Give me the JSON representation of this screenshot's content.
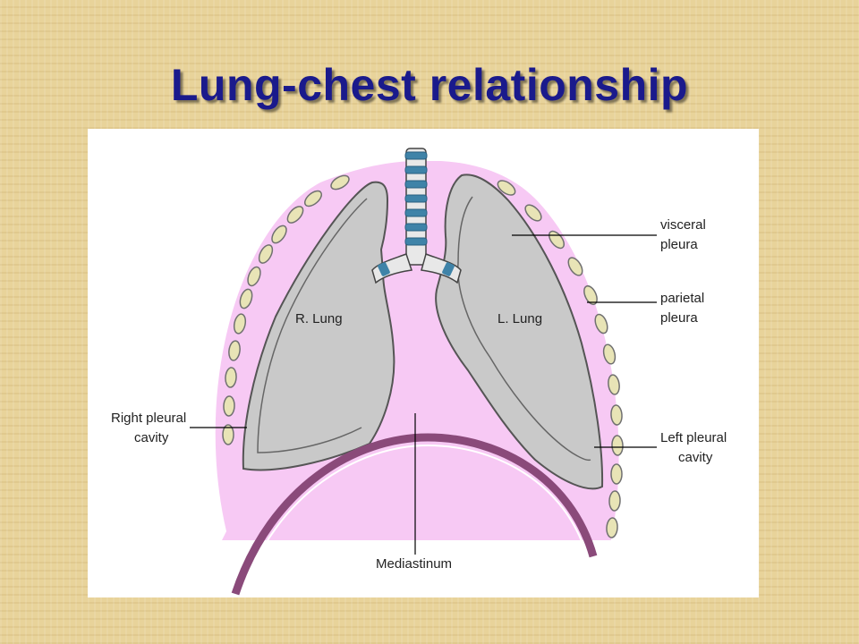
{
  "slide": {
    "title": "Lung-chest relationship"
  },
  "diagram": {
    "colors": {
      "pleural_space": "#f7c9f4",
      "lung": "#c9c9c9",
      "trachea": "#3f83a8",
      "rib": "#e8e4b6",
      "diaphragm": "#8a4a7a",
      "leader": "#000000"
    },
    "labels": {
      "right_lung": "R. Lung",
      "left_lung": "L. Lung",
      "visceral_pleura": [
        "visceral",
        "pleura"
      ],
      "parietal_pleura": [
        "parietal",
        "pleura"
      ],
      "right_pleural_cavity": [
        "Right pleural",
        "cavity"
      ],
      "left_pleural_cavity": [
        "Left pleural",
        "cavity"
      ],
      "mediastinum": "Mediastinum"
    }
  }
}
